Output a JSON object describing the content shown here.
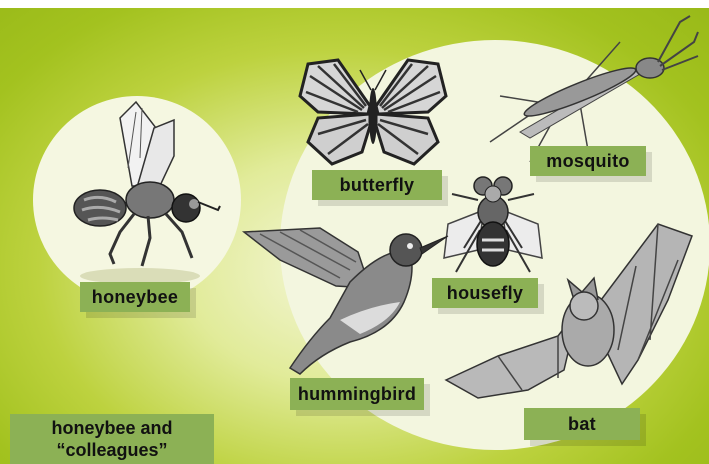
{
  "labels": {
    "honeybee": "honeybee",
    "butterfly": "butterfly",
    "mosquito": "mosquito",
    "housefly": "housefly",
    "hummingbird": "hummingbird",
    "bat": "bat"
  },
  "footer": {
    "line1": "honeybee and",
    "line2": "“colleagues”"
  },
  "icons": {
    "honeybee": "honeybee-icon",
    "butterfly": "butterfly-icon",
    "mosquito": "mosquito-icon",
    "housefly": "housefly-icon",
    "hummingbird": "hummingbird-icon",
    "bat": "bat-icon"
  },
  "colors": {
    "background_green": "#a3c21f",
    "circle_fill": "#f4f6e0",
    "label_green": "#8cb155"
  }
}
